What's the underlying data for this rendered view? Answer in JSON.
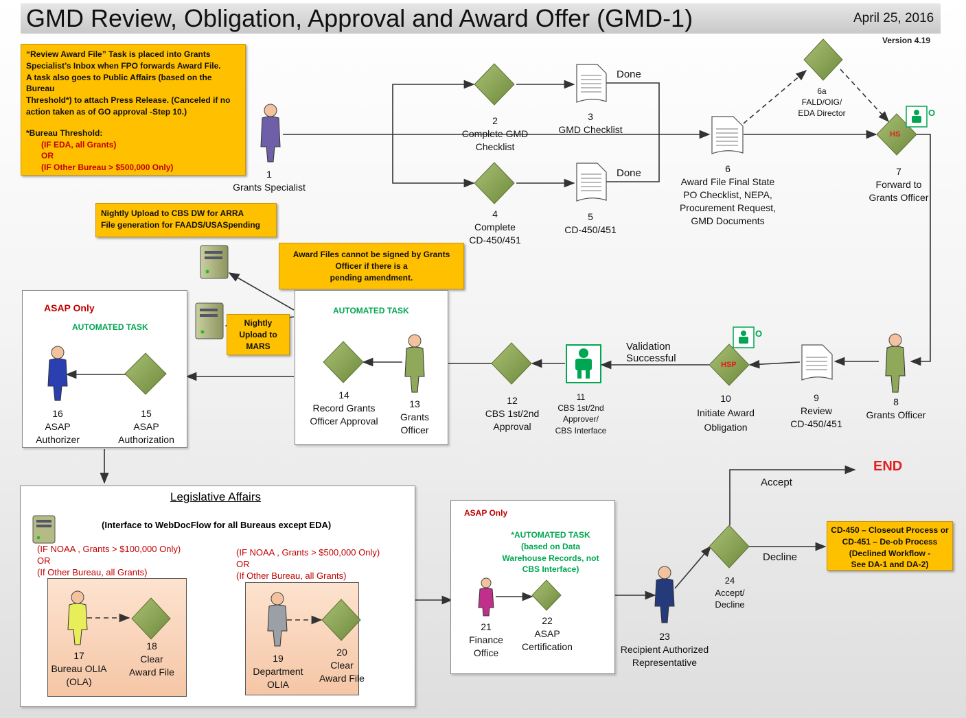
{
  "header": {
    "title": "GMD Review, Obligation, Approval and Award Offer (GMD-1)",
    "date": "April 25, 2016",
    "version": "Version 4.19"
  },
  "notes": {
    "review_award_file": [
      "“Review Award File” Task is placed into Grants",
      "Specialist’s Inbox when FPO forwards Award File.",
      "A task also goes to Public Affairs (based on the Bureau",
      "Threshold*) to attach Press Release.  (Canceled if no",
      "action taken as of GO approval -Step 10.)"
    ],
    "bureau_threshold_title": "*Bureau Threshold:",
    "bureau_threshold_lines": [
      "(IF EDA, all Grants)",
      "OR",
      "(IF Other Bureau > $500,000 Only)"
    ],
    "nightly_cbs": [
      "Nightly Upload to CBS DW for ARRA",
      "File generation for FAADS/USASpending"
    ],
    "award_files_signed": [
      "Award Files cannot be signed by Grants",
      "Officer if there is a",
      "pending amendment."
    ],
    "nightly_mars": [
      "Nightly",
      "Upload to",
      "MARS"
    ],
    "closeout": [
      "CD-450 – Closeout Process or",
      "CD-451 – De-ob Process",
      "(Declined Workflow -",
      "See DA-1 and DA-2)"
    ]
  },
  "steps": {
    "s1": [
      "1",
      "Grants Specialist"
    ],
    "s2": [
      "2",
      "Complete GMD",
      "Checklist"
    ],
    "s3": [
      "3",
      "GMD Checklist"
    ],
    "s4": [
      "4",
      "Complete",
      "CD-450/451"
    ],
    "s5": [
      "5",
      "CD-450/451"
    ],
    "s6": [
      "6",
      "Award File Final State",
      "PO Checklist, NEPA,",
      "Procurement Request,",
      "GMD Documents"
    ],
    "s6a": [
      "6a",
      "FALD/OIG/",
      "EDA Director"
    ],
    "s7": [
      "7",
      "Forward to",
      "Grants Officer"
    ],
    "s8": [
      "8",
      "Grants Officer"
    ],
    "s9": [
      "9",
      "Review",
      "CD-450/451"
    ],
    "s10": [
      "10",
      "Initiate Award",
      "Obligation"
    ],
    "s11": [
      "11",
      "CBS 1st/2nd",
      "Approver/",
      "CBS Interface"
    ],
    "s12": [
      "12",
      "CBS 1st/2nd",
      "Approval"
    ],
    "s13": [
      "13",
      "Grants",
      "Officer"
    ],
    "s14": [
      "14",
      "Record  Grants",
      "Officer Approval"
    ],
    "s15": [
      "15",
      "ASAP",
      "Authorization"
    ],
    "s16": [
      "16",
      "ASAP",
      "Authorizer"
    ],
    "s17": [
      "17",
      "Bureau OLIA",
      "(OLA)"
    ],
    "s18": [
      "18",
      "Clear",
      "Award File"
    ],
    "s19": [
      "19",
      "Department",
      "OLIA"
    ],
    "s20": [
      "20",
      "Clear",
      "Award File"
    ],
    "s21": [
      "21",
      "Finance",
      "Office"
    ],
    "s22": [
      "22",
      "ASAP",
      "Certification"
    ],
    "s23": [
      "23",
      "Recipient Authorized",
      "Representative"
    ],
    "s24": [
      "24",
      "Accept/",
      "Decline"
    ]
  },
  "edge_labels": {
    "done1": "Done",
    "done2": "Done",
    "validation": [
      "Validation",
      "Successful"
    ],
    "accept": "Accept",
    "decline": "Decline",
    "end": "END"
  },
  "badges": {
    "hs": "HS",
    "hsp": "HSP",
    "o": "O"
  },
  "panels": {
    "asap_only": "ASAP Only",
    "automated_task": "AUTOMATED TASK",
    "automated_task_mid": "AUTOMATED TASK",
    "legislative_title": "Legislative Affairs",
    "legislative_interface": "(Interface to WebDocFlow for all Bureaus except EDA)",
    "noaa_100k": [
      "(IF NOAA , Grants > $100,000 Only)",
      "OR",
      "(If Other Bureau, all Grants)"
    ],
    "noaa_500k": [
      "(IF NOAA , Grants > $500,000 Only)",
      "OR",
      "(If Other Bureau, all Grants)"
    ],
    "asap_only_2": "ASAP Only",
    "automated_task_2": [
      "*AUTOMATED TASK",
      "(based on Data",
      "Warehouse Records, not",
      "CBS Interface)"
    ]
  },
  "colors": {
    "diamond": "#8fa85a",
    "note": "#ffc000",
    "red": "#c00000",
    "green": "#00a651",
    "person_purple": "#6f5fa8",
    "person_green": "#8fa85a",
    "person_blue": "#2a3fb0",
    "person_navy": "#243a7a",
    "person_yellow": "#e8ee5a",
    "person_gray": "#9aa0a6",
    "person_magenta": "#c0308a"
  }
}
